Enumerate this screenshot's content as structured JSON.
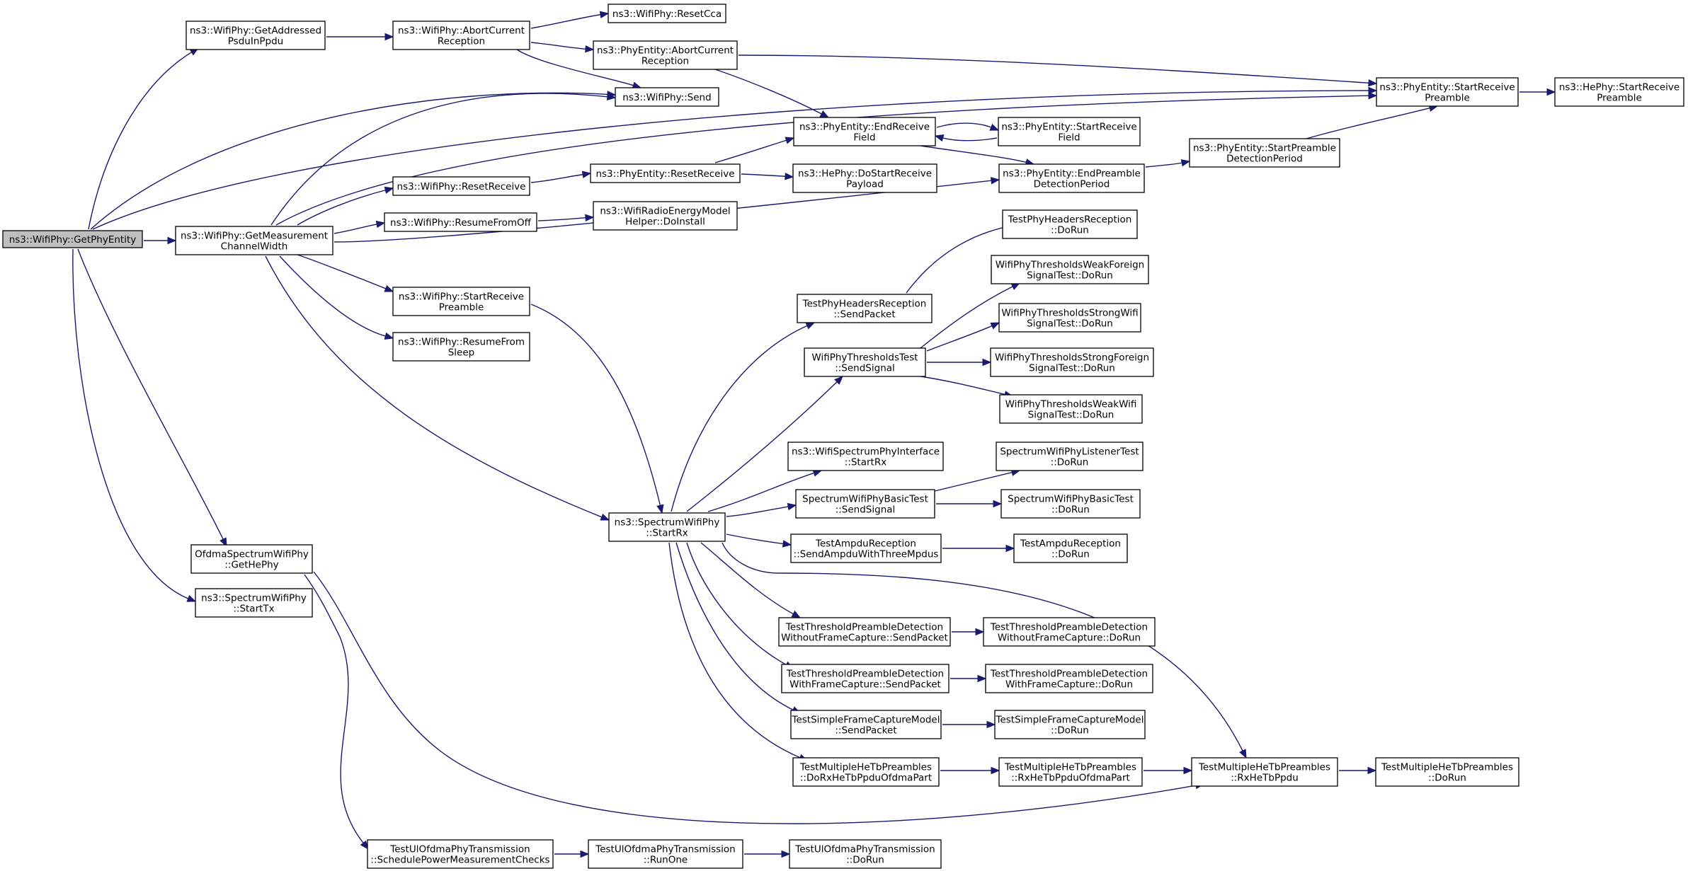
{
  "nodes": [
    {
      "id": "getphyentity",
      "lines": [
        "ns3::WifiPhy::GetPhyEntity"
      ],
      "root": true
    },
    {
      "id": "getaddressed",
      "lines": [
        "ns3::WifiPhy::GetAddressed",
        "PsduInPpdu"
      ]
    },
    {
      "id": "getmeasurement",
      "lines": [
        "ns3::WifiPhy::GetMeasurement",
        "ChannelWidth"
      ]
    },
    {
      "id": "ofdmagethephy",
      "lines": [
        "OfdmaSpectrumWifiPhy",
        "::GetHePhy"
      ]
    },
    {
      "id": "spectrumstarttx",
      "lines": [
        "ns3::SpectrumWifiPhy",
        "::StartTx"
      ]
    },
    {
      "id": "wifiabort",
      "lines": [
        "ns3::WifiPhy::AbortCurrent",
        "Reception"
      ]
    },
    {
      "id": "resetreceive",
      "lines": [
        "ns3::WifiPhy::ResetReceive"
      ]
    },
    {
      "id": "resumefromoff",
      "lines": [
        "ns3::WifiPhy::ResumeFromOff"
      ]
    },
    {
      "id": "wifistartrecv",
      "lines": [
        "ns3::WifiPhy::StartReceive",
        "Preamble"
      ]
    },
    {
      "id": "resumefromsleep",
      "lines": [
        "ns3::WifiPhy::ResumeFrom",
        "Sleep"
      ]
    },
    {
      "id": "specstartrx",
      "lines": [
        "ns3::SpectrumWifiPhy",
        "::StartRx"
      ]
    },
    {
      "id": "ulschedule",
      "lines": [
        "TestUlOfdmaPhyTransmission",
        "::SchedulePowerMeasurementChecks"
      ]
    },
    {
      "id": "resetcca",
      "lines": [
        "ns3::WifiPhy::ResetCca"
      ]
    },
    {
      "id": "phyabort",
      "lines": [
        "ns3::PhyEntity::AbortCurrent",
        "Reception"
      ]
    },
    {
      "id": "wifisend",
      "lines": [
        "ns3::WifiPhy::Send"
      ]
    },
    {
      "id": "phyresetrecv",
      "lines": [
        "ns3::PhyEntity::ResetReceive"
      ]
    },
    {
      "id": "energyinstall",
      "lines": [
        "ns3::WifiRadioEnergyModel",
        "Helper::DoInstall"
      ]
    },
    {
      "id": "ulrunone",
      "lines": [
        "TestUlOfdmaPhyTransmission",
        "::RunOne"
      ]
    },
    {
      "id": "endrecvfield",
      "lines": [
        "ns3::PhyEntity::EndReceive",
        "Field"
      ]
    },
    {
      "id": "hedostart",
      "lines": [
        "ns3::HePhy::DoStartReceive",
        "Payload"
      ]
    },
    {
      "id": "hdrsendpkt",
      "lines": [
        "TestPhyHeadersReception",
        "::SendPacket"
      ]
    },
    {
      "id": "thrsendsignal",
      "lines": [
        "WifiPhyThresholdsTest",
        "::SendSignal"
      ]
    },
    {
      "id": "wifispecif",
      "lines": [
        "ns3::WifiSpectrumPhyInterface",
        "::StartRx"
      ]
    },
    {
      "id": "basicsendsig",
      "lines": [
        "SpectrumWifiPhyBasicTest",
        "::SendSignal"
      ]
    },
    {
      "id": "ampdusend",
      "lines": [
        "TestAmpduReception",
        "::SendAmpduWithThreeMpdus"
      ]
    },
    {
      "id": "tpdnocapsend",
      "lines": [
        "TestThresholdPreambleDetection",
        "WithoutFrameCapture::SendPacket"
      ]
    },
    {
      "id": "tpdcapsend",
      "lines": [
        "TestThresholdPreambleDetection",
        "WithFrameCapture::SendPacket"
      ]
    },
    {
      "id": "simplesend",
      "lines": [
        "TestSimpleFrameCaptureModel",
        "::SendPacket"
      ]
    },
    {
      "id": "multidorx",
      "lines": [
        "TestMultipleHeTbPreambles",
        "::DoRxHeTbPpduOfdmaPart"
      ]
    },
    {
      "id": "uldorun",
      "lines": [
        "TestUlOfdmaPhyTransmission",
        "::DoRun"
      ]
    },
    {
      "id": "startrecvfield",
      "lines": [
        "ns3::PhyEntity::StartReceive",
        "Field"
      ]
    },
    {
      "id": "endpreamble",
      "lines": [
        "ns3::PhyEntity::EndPreamble",
        "DetectionPeriod"
      ]
    },
    {
      "id": "hdrdorun",
      "lines": [
        "TestPhyHeadersReception",
        "::DoRun"
      ]
    },
    {
      "id": "weakforeign",
      "lines": [
        "WifiPhyThresholdsWeakForeign",
        "SignalTest::DoRun"
      ]
    },
    {
      "id": "strongwifi",
      "lines": [
        "WifiPhyThresholdsStrongWifi",
        "SignalTest::DoRun"
      ]
    },
    {
      "id": "strongforeign",
      "lines": [
        "WifiPhyThresholdsStrongForeign",
        "SignalTest::DoRun"
      ]
    },
    {
      "id": "weakwifi",
      "lines": [
        "WifiPhyThresholdsWeakWifi",
        "SignalTest::DoRun"
      ]
    },
    {
      "id": "listenerdorun",
      "lines": [
        "SpectrumWifiPhyListenerTest",
        "::DoRun"
      ]
    },
    {
      "id": "basicdorun",
      "lines": [
        "SpectrumWifiPhyBasicTest",
        "::DoRun"
      ]
    },
    {
      "id": "ampdudorun",
      "lines": [
        "TestAmpduReception",
        "::DoRun"
      ]
    },
    {
      "id": "tpdnocapdorun",
      "lines": [
        "TestThresholdPreambleDetection",
        "WithoutFrameCapture::DoRun"
      ]
    },
    {
      "id": "tpdcapdorun",
      "lines": [
        "TestThresholdPreambleDetection",
        "WithFrameCapture::DoRun"
      ]
    },
    {
      "id": "simpledorun",
      "lines": [
        "TestSimpleFrameCaptureModel",
        "::DoRun"
      ]
    },
    {
      "id": "multirxofdma",
      "lines": [
        "TestMultipleHeTbPreambles",
        "::RxHeTbPpduOfdmaPart"
      ]
    },
    {
      "id": "startpreambledet",
      "lines": [
        "ns3::PhyEntity::StartPreamble",
        "DetectionPeriod"
      ]
    },
    {
      "id": "multirxhetb",
      "lines": [
        "TestMultipleHeTbPreambles",
        "::RxHeTbPpdu"
      ]
    },
    {
      "id": "phystartrecvpre",
      "lines": [
        "ns3::PhyEntity::StartReceive",
        "Preamble"
      ]
    },
    {
      "id": "multidorun",
      "lines": [
        "TestMultipleHeTbPreambles",
        "::DoRun"
      ]
    },
    {
      "id": "hestartrecvpre",
      "lines": [
        "ns3::HePhy::StartReceive",
        "Preamble"
      ]
    }
  ],
  "edges": [
    [
      "getaddressed",
      "getphyentity"
    ],
    [
      "getmeasurement",
      "getphyentity"
    ],
    [
      "ofdmagethephy",
      "getphyentity"
    ],
    [
      "spectrumstarttx",
      "getphyentity"
    ],
    [
      "wifisend",
      "getphyentity"
    ],
    [
      "phystartrecvpre",
      "getphyentity"
    ],
    [
      "wifiabort",
      "getaddressed"
    ],
    [
      "resetcca",
      "wifiabort"
    ],
    [
      "phyabort",
      "wifiabort"
    ],
    [
      "wifisend",
      "wifiabort"
    ],
    [
      "phystartrecvpre",
      "phyabort"
    ],
    [
      "endrecvfield",
      "phyabort"
    ],
    [
      "wifisend",
      "getmeasurement"
    ],
    [
      "phystartrecvpre",
      "getmeasurement"
    ],
    [
      "resetreceive",
      "getmeasurement"
    ],
    [
      "resumefromoff",
      "getmeasurement"
    ],
    [
      "endpreamble",
      "getmeasurement"
    ],
    [
      "wifistartrecv",
      "getmeasurement"
    ],
    [
      "resumefromsleep",
      "getmeasurement"
    ],
    [
      "specstartrx",
      "getmeasurement"
    ],
    [
      "phyresetrecv",
      "resetreceive"
    ],
    [
      "endrecvfield",
      "phyresetrecv"
    ],
    [
      "hedostart",
      "phyresetrecv"
    ],
    [
      "energyinstall",
      "resumefromoff"
    ],
    [
      "specstartrx",
      "wifistartrecv"
    ],
    [
      "startrecvfield",
      "endrecvfield"
    ],
    [
      "endrecvfield",
      "startrecvfield"
    ],
    [
      "endpreamble",
      "endrecvfield"
    ],
    [
      "startpreambledet",
      "endpreamble"
    ],
    [
      "phystartrecvpre",
      "startpreambledet"
    ],
    [
      "hestartrecvpre",
      "phystartrecvpre"
    ],
    [
      "hdrsendpkt",
      "specstartrx"
    ],
    [
      "thrsendsignal",
      "specstartrx"
    ],
    [
      "wifispecif",
      "specstartrx"
    ],
    [
      "basicsendsig",
      "specstartrx"
    ],
    [
      "ampdusend",
      "specstartrx"
    ],
    [
      "tpdnocapsend",
      "specstartrx"
    ],
    [
      "tpdcapsend",
      "specstartrx"
    ],
    [
      "simplesend",
      "specstartrx"
    ],
    [
      "multidorx",
      "specstartrx"
    ],
    [
      "multirxhetb",
      "specstartrx"
    ],
    [
      "hdrdorun",
      "hdrsendpkt"
    ],
    [
      "weakforeign",
      "thrsendsignal"
    ],
    [
      "strongwifi",
      "thrsendsignal"
    ],
    [
      "strongforeign",
      "thrsendsignal"
    ],
    [
      "weakwifi",
      "thrsendsignal"
    ],
    [
      "listenerdorun",
      "basicsendsig"
    ],
    [
      "basicdorun",
      "basicsendsig"
    ],
    [
      "ampdudorun",
      "ampdusend"
    ],
    [
      "tpdnocapdorun",
      "tpdnocapsend"
    ],
    [
      "tpdcapdorun",
      "tpdcapsend"
    ],
    [
      "simpledorun",
      "simplesend"
    ],
    [
      "multirxofdma",
      "multidorx"
    ],
    [
      "multirxhetb",
      "multirxofdma"
    ],
    [
      "multidorun",
      "multirxhetb"
    ],
    [
      "multirxhetb",
      "ofdmagethephy"
    ],
    [
      "ulschedule",
      "ofdmagethephy"
    ],
    [
      "ulrunone",
      "ulschedule"
    ],
    [
      "uldorun",
      "ulrunone"
    ]
  ]
}
